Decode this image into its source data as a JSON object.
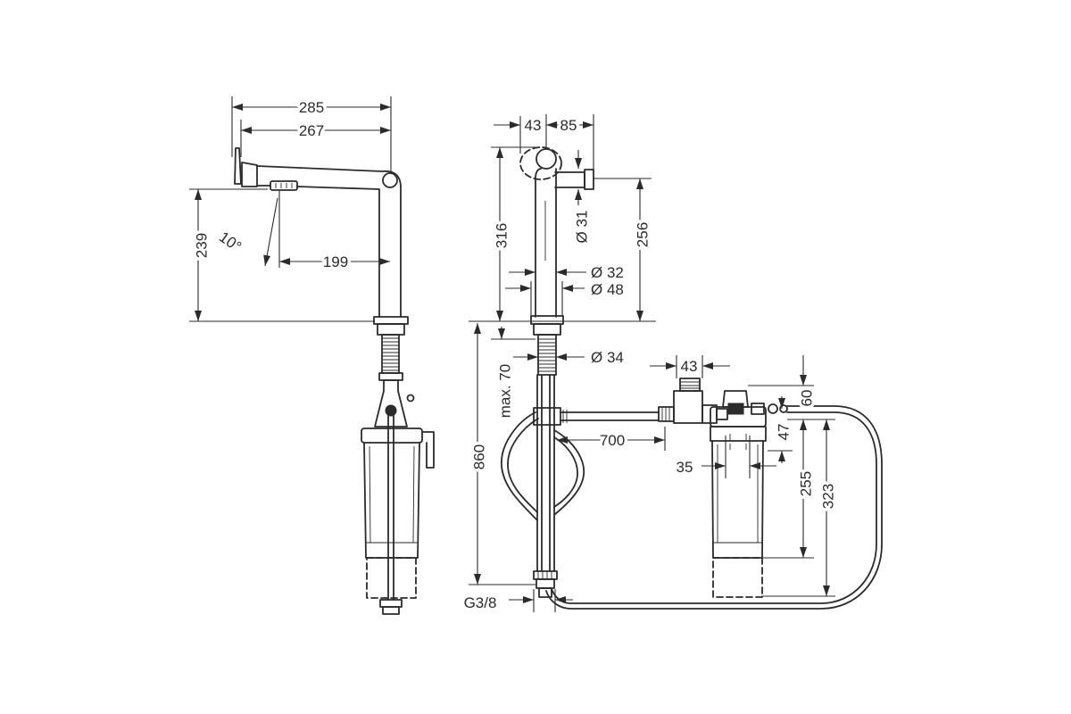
{
  "side_view": {
    "reach_overall": "285",
    "reach_spout": "267",
    "height_spout": "239",
    "angle": "10°",
    "reach_axis": "199"
  },
  "front_view": {
    "offset_left": "43",
    "offset_right": "85",
    "height_overall": "316",
    "diameter_handle": "Ø 31",
    "height_handle": "256",
    "diameter_body": "Ø 32",
    "diameter_base": "Ø 48",
    "diameter_shank": "Ø 34",
    "shank_length": "max. 70",
    "hose_length_vertical": "860",
    "hose_length_horizontal": "700",
    "thread": "G3/8"
  },
  "filter_unit": {
    "valve_width": "43",
    "cap_height": "60",
    "connection_height": "47",
    "cartridge_width": "35",
    "cartridge_height": "255",
    "total_height": "323"
  },
  "colors": {
    "line": "#2b2b2b",
    "background": "#ffffff"
  }
}
